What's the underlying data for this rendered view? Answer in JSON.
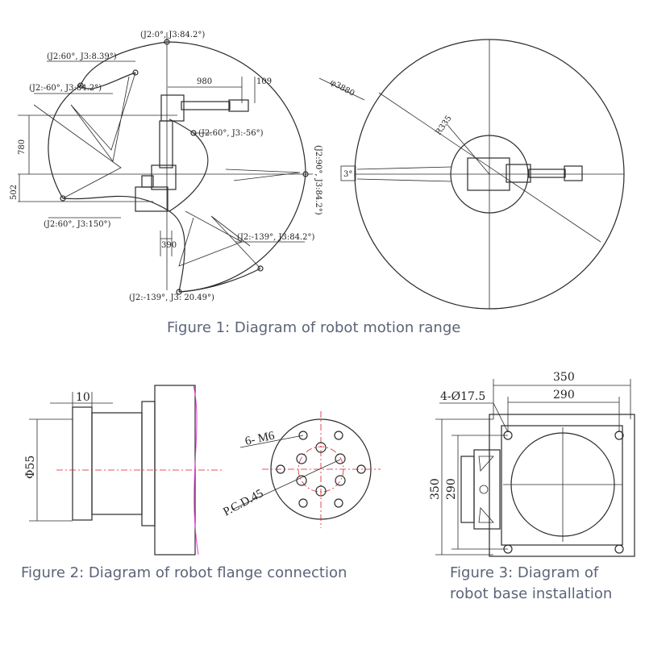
{
  "figure1": {
    "caption": "Figure 1: Diagram of robot motion range",
    "pose_top": "(J2:0°, J3:84.2°)",
    "pose_upper_left": "(J2:60°, J3:8.39°)",
    "pose_left": "(J2:-60°, J3:84.2°)",
    "pose_mid": "(J2:60°, J3:-56°)",
    "pose_right": "(J2:90°, J3:84.2°)",
    "pose_lower_left": "(J2:60°, J3:150°)",
    "pose_lower_right": "(J2:-139°, J3:84.2°)",
    "pose_bottom": "(J2:-139°, J3: 20.49°)",
    "dim_reach": "980",
    "dim_flange_len": "109",
    "dim_height_upper": "780",
    "dim_height_lower": "502",
    "dim_bottom_offset": "390",
    "dim_circle_dia": "φ3880",
    "dim_base_radius": "R335",
    "dim_angle": "3°"
  },
  "figure2": {
    "caption": "Figure 2: Diagram of robot flange connection",
    "dim_thickness": "10",
    "dim_diameter": "Φ55",
    "holes_label": "6- M6",
    "pcd_label": "P.C.D.45"
  },
  "figure3": {
    "caption_line1": "Figure 3: Diagram of",
    "caption_line2": "robot base installation",
    "dim_outer_w": "350",
    "dim_inner_w": "290",
    "dim_outer_h": "350",
    "dim_inner_h": "290",
    "holes_label": "4-Ø17.5"
  },
  "colors": {
    "line": "#2a2a2a",
    "centerline": "#e01b2a",
    "flange_edge": "#e040d0",
    "caption": "#5b6478"
  }
}
